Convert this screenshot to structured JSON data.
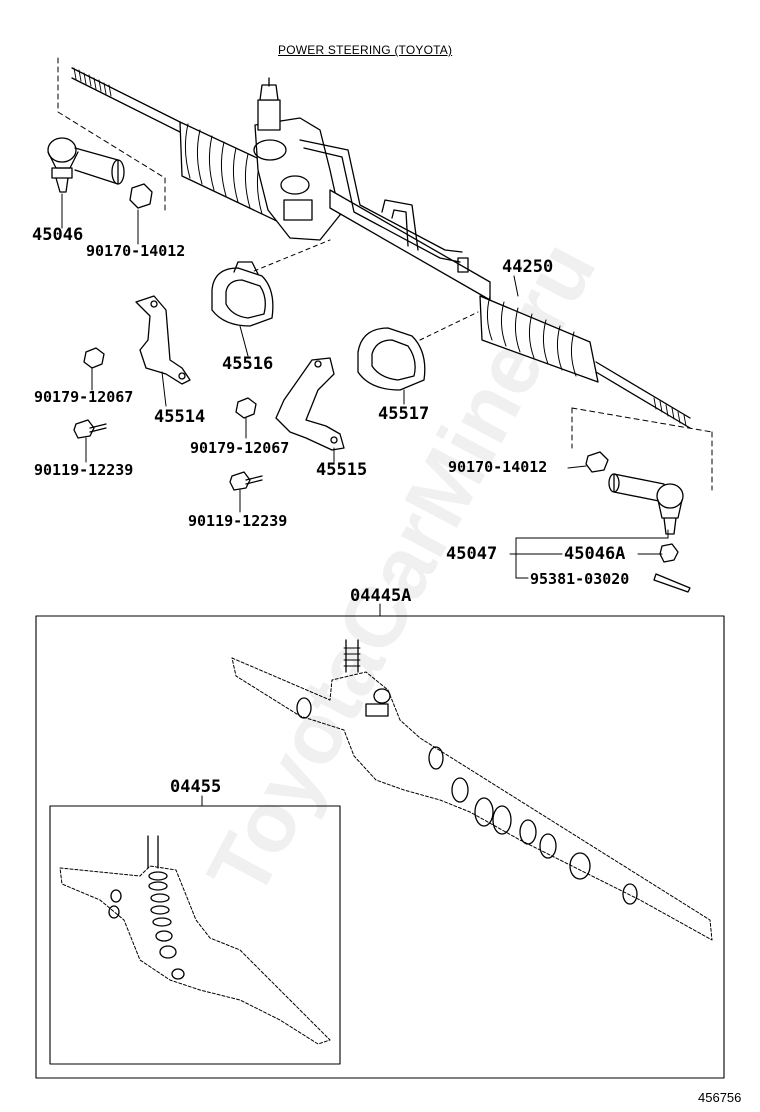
{
  "diagram": {
    "title": "POWER STEERING (TOYOTA)",
    "image_code": "456756",
    "watermark": "ToyotaCarMine.ru"
  },
  "parts": {
    "p45046": "45046",
    "p90170a": "90170-14012",
    "p44250": "44250",
    "p45516": "45516",
    "p90179a": "90179-12067",
    "p45514": "45514",
    "p45517": "45517",
    "p90119a": "90119-12239",
    "p90179b": "90179-12067",
    "p45515": "45515",
    "p90170b": "90170-14012",
    "p90119b": "90119-12239",
    "p45047": "45047",
    "p45046A": "45046A",
    "p95381": "95381-03020",
    "p04445A": "04445A",
    "p04455": "04455"
  }
}
